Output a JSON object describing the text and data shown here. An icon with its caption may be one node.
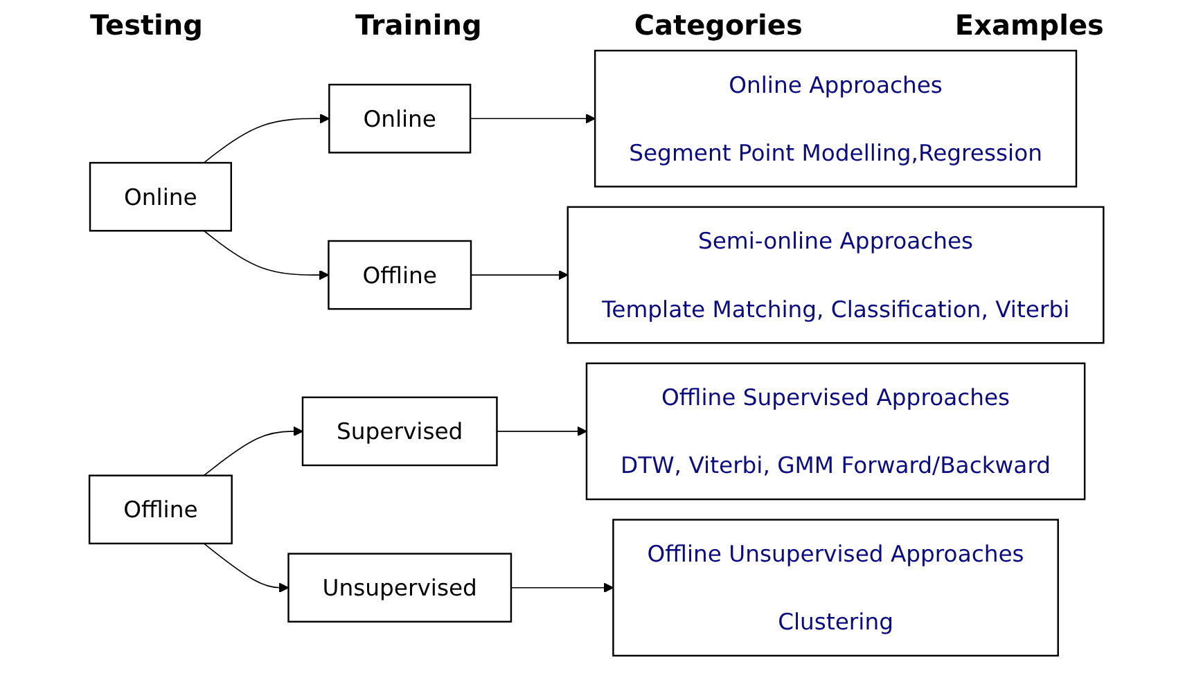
{
  "diagram": {
    "nodes": [
      {
        "text": [
          "Online"
        ]
      },
      {
        "text": [
          "Offline"
        ]
      },
      {
        "text": [
          "Online"
        ]
      },
      {
        "text": [
          "Offline"
        ]
      },
      {
        "text": [
          "Supervised"
        ]
      },
      {
        "text": [
          "Unsupervised"
        ]
      },
      {
        "text": [
          "Online Approaches",
          "Segment Point Modelling,Regression"
        ]
      },
      {
        "text": [
          "Semi-online Approaches",
          "Template Matching, Classification, Viterbi"
        ]
      },
      {
        "text": [
          "Offline Supervised Approaches",
          "DTW, Viterbi, GMM Forward/Backward"
        ]
      },
      {
        "text": [
          "Offline Unsupervised Approaches",
          "Clustering"
        ]
      }
    ],
    "edges": [
      {
        "from": 0,
        "to": 2,
        "arrow": "to"
      },
      {
        "from": 0,
        "to": 3,
        "arrow": "to"
      },
      {
        "from": 1,
        "to": 4,
        "arrow": "to"
      },
      {
        "from": 1,
        "to": 5,
        "arrow": "to"
      },
      {
        "from": 2,
        "to": 6,
        "arrow": "to"
      },
      {
        "from": 3,
        "to": 7,
        "arrow": "to"
      },
      {
        "from": 4,
        "to": 8,
        "arrow": "to"
      },
      {
        "from": 5,
        "to": 9,
        "arrow": "to"
      }
    ],
    "labels": [
      "Testing",
      "Training",
      "Categories",
      "Examples"
    ]
  }
}
